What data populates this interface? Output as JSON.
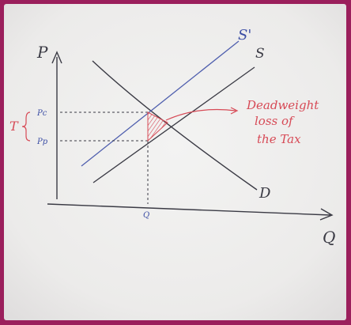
{
  "whiteboard": {
    "frame_color": "#9b1f5c",
    "board_color": "#efefed",
    "ink_dark": "#3a3a44",
    "ink_red": "#d74a56",
    "ink_blue": "#3d4fa5",
    "labels": {
      "price_axis": "P",
      "quantity_axis": "Q",
      "supply_with_tax": "S'",
      "supply": "S",
      "demand": "D",
      "consumer_price": "Pc",
      "producer_price": "Pp",
      "tax_brace_label": "T",
      "quantity_marker": "Q",
      "note_line_1": "Deadweight",
      "note_line_2": "loss of",
      "note_line_3": "the Tax"
    }
  }
}
